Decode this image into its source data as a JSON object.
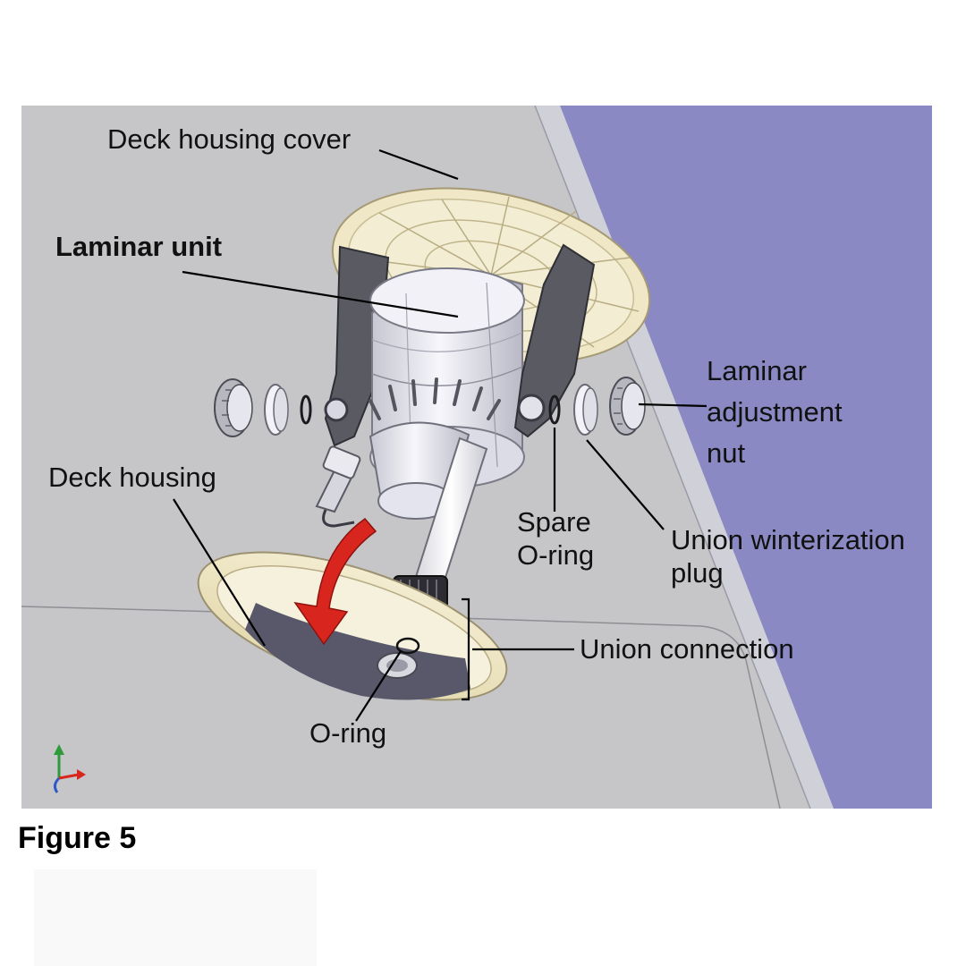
{
  "labels": {
    "deck_housing_cover": "Deck housing cover",
    "laminar_unit": "Laminar unit",
    "laminar_adjustment_nut": "Laminar adjustment nut",
    "deck_housing": "Deck housing",
    "spare_o_ring": "Spare O-ring",
    "union_winterization_plug": "Union winterization plug",
    "union_connection": "Union connection",
    "o_ring": "O-ring"
  },
  "caption": "Figure 5",
  "icons": {
    "flow_arrow": "curved-arrow-icon",
    "orientation": "axis-triad-icon"
  },
  "colors": {
    "background": "#c6c6c8",
    "water": "#8a89c4",
    "cover": "#efe7c6",
    "frame": "#5a5a62",
    "body": "#eeeef6",
    "arrow": "#d8261e",
    "caption": "#000000"
  }
}
